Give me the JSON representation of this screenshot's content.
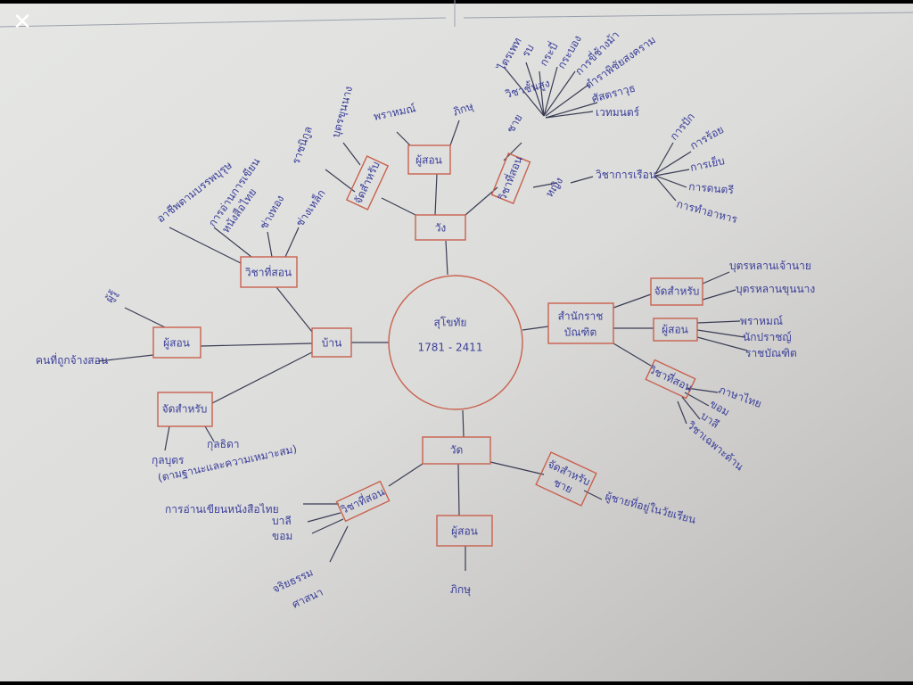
{
  "viewer": {
    "close_icon": "close-icon",
    "close_glyph": "✕"
  },
  "center": {
    "title": "สุโขทัย",
    "years": "1781 - 2411"
  },
  "palace": {
    "label": "วัง",
    "teachers": {
      "label": "ผู้สอน",
      "items": [
        "พราหมณ์",
        "ภิกษุ"
      ]
    },
    "audience": {
      "label": "จัดสำหรับ",
      "items": [
        "ราชนิกูล",
        "บุตรขุนนาง"
      ]
    },
    "subjects": {
      "label": "วิชาที่สอน",
      "male": {
        "label": "ชาย",
        "group": "วิชาชั้นสูง",
        "items": [
          "ไตรเพท",
          "รบ",
          "กระบี่",
          "กระบอง",
          "การขี่ช้างม้า",
          "ตำราพิชัยสงคราม",
          "ศัสตราวุธ",
          "เวทมนตร์"
        ]
      },
      "female": {
        "label": "หญิง",
        "group": "วิชาการเรือน",
        "items": [
          "การปัก",
          "การร้อย",
          "การเย็บ",
          "การดนตรี",
          "การทำอาหาร"
        ]
      }
    }
  },
  "home": {
    "label": "บ้าน",
    "subjects": {
      "label": "วิชาที่สอน",
      "items": [
        "อาชีพตามบรรพบุรุษ",
        "การอ่านการเขียน",
        "หนังสือไทย",
        "ช่างทอง",
        "ช่างเหล็ก"
      ]
    },
    "teachers": {
      "label": "ผู้สอน",
      "items": [
        "ผู้รู้",
        "คนที่ถูกจ้างสอน"
      ]
    },
    "audience": {
      "label": "จัดสำหรับ",
      "items": [
        "กุลบุตร",
        "กุลธิดา",
        "(ตามฐานะและความเหมาะสม)"
      ]
    }
  },
  "academy": {
    "label_1": "สำนักราช",
    "label_2": "บัณฑิต",
    "audience": {
      "label": "จัดสำหรับ",
      "items": [
        "บุตรหลานเจ้านาย",
        "บุตรหลานขุนนาง"
      ]
    },
    "teachers": {
      "label": "ผู้สอน",
      "items": [
        "พราหมณ์",
        "นักปราชญ์",
        "ราชบัณฑิต"
      ]
    },
    "subjects": {
      "label": "วิชาที่สอน",
      "items": [
        "ภาษาไทย",
        "ขอม",
        "บาลี",
        "วิชาเฉพาะด้าน"
      ]
    }
  },
  "temple": {
    "label": "วัด",
    "teachers": {
      "label": "ผู้สอน",
      "items": [
        "ภิกษุ"
      ]
    },
    "subjects": {
      "label": "วิชาที่สอน",
      "items": [
        "การอ่านเขียนหนังสือไทย",
        "บาลี",
        "ขอม",
        "จริยธรรม",
        "ศาสนา"
      ]
    },
    "audience": {
      "label_1": "จัดสำหรับ",
      "label_2": "ชาย",
      "items": [
        "ผู้ชายที่อยู่ในวัยเรียน"
      ]
    }
  }
}
